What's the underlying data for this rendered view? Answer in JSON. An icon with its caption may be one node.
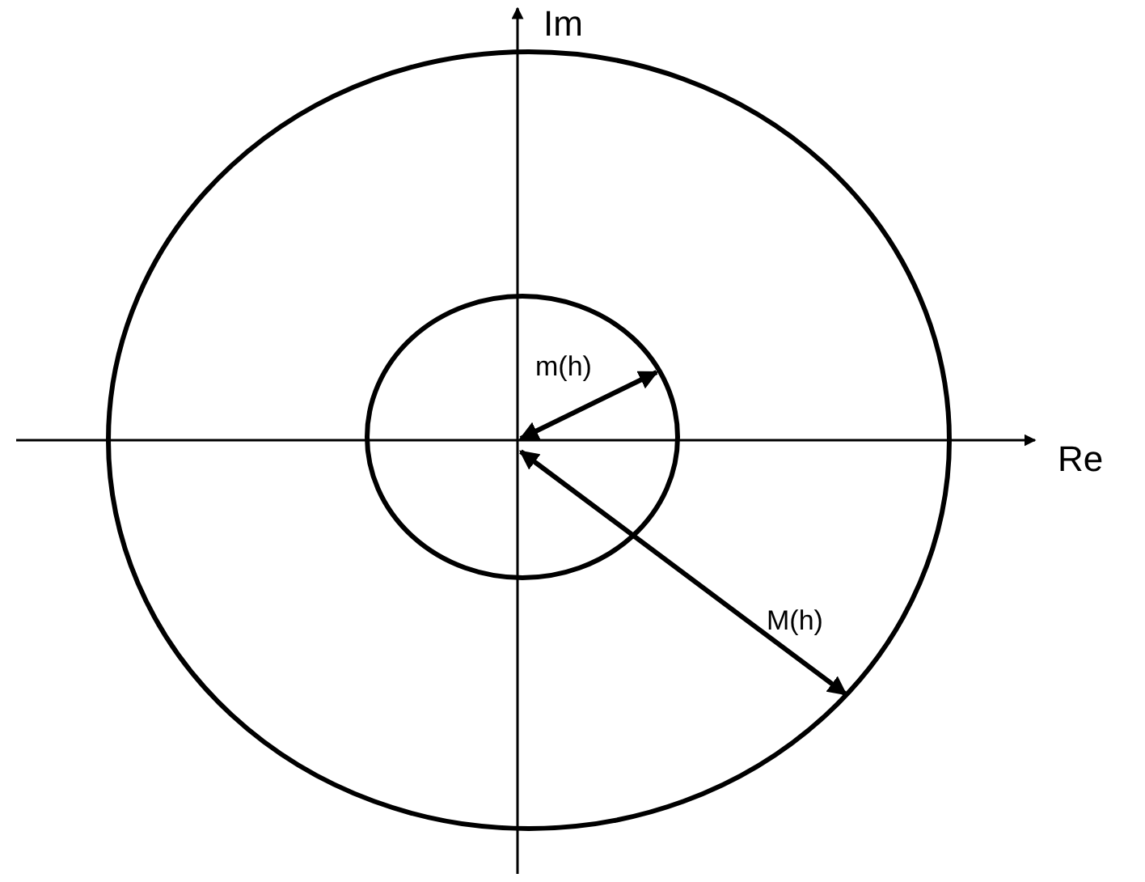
{
  "diagram": {
    "labels": [
      "Im",
      "m(h)",
      "Re",
      "M(h)"
    ]
  }
}
